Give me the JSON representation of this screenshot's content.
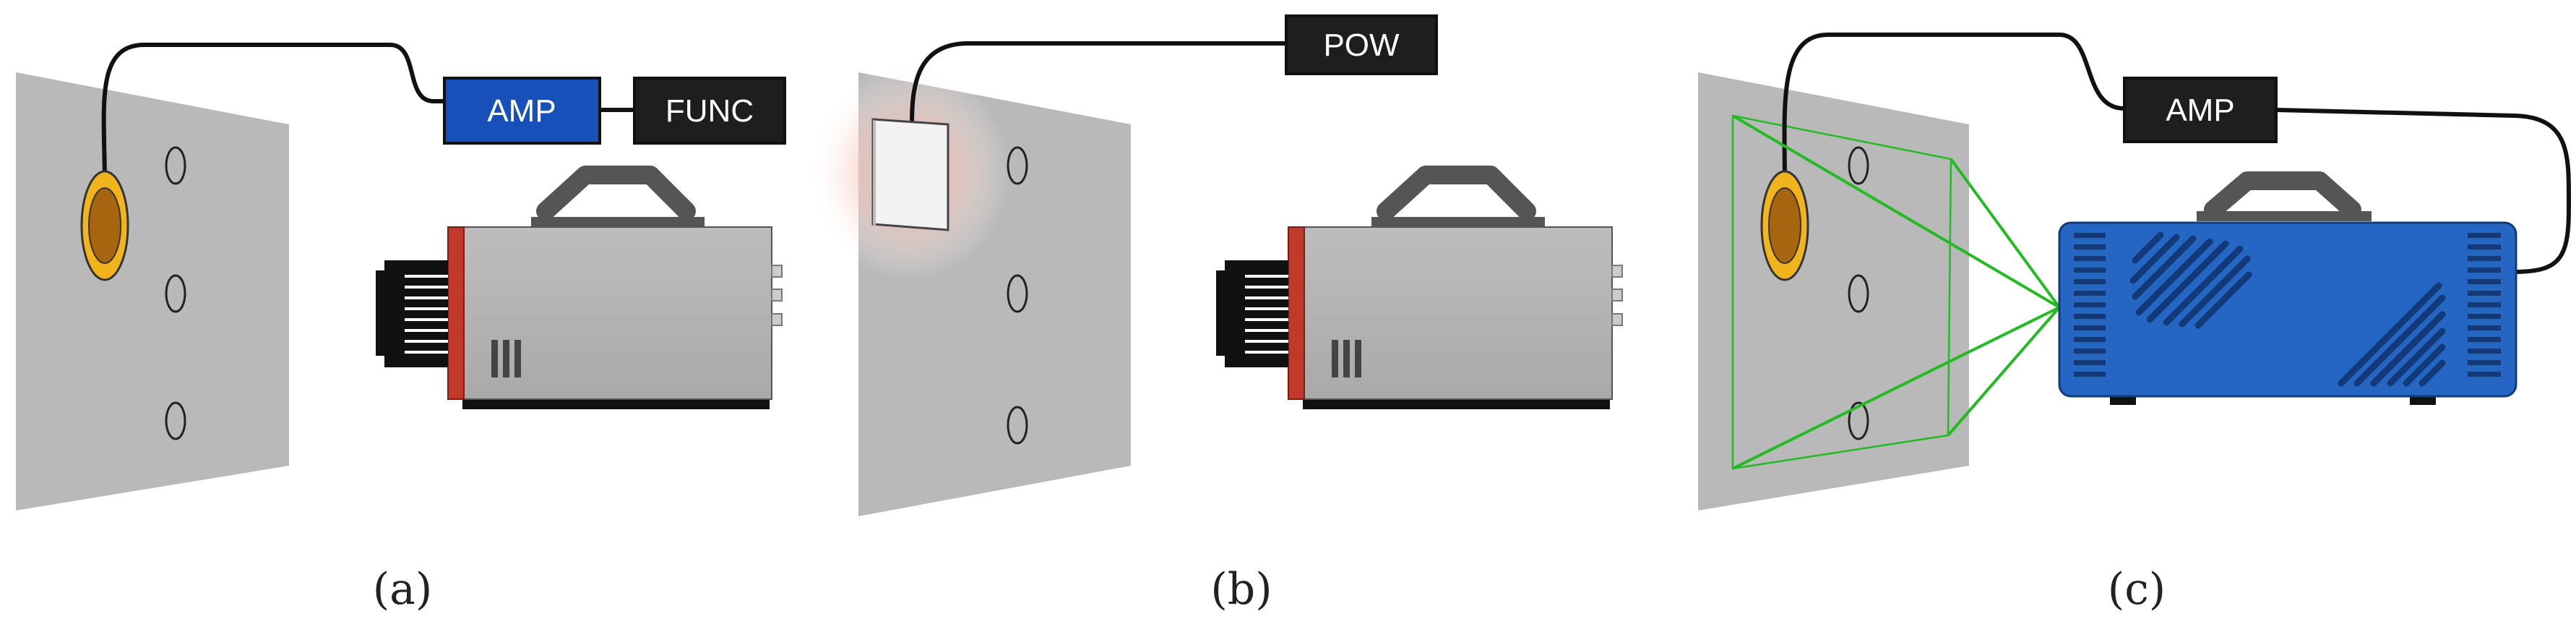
{
  "panels": [
    {
      "caption": "(a)",
      "boxes": {
        "amp": "AMP",
        "func": "FUNC"
      }
    },
    {
      "caption": "(b)",
      "boxes": {
        "pow": "POW"
      }
    },
    {
      "caption": "(c)",
      "boxes": {
        "amp": "AMP"
      }
    }
  ],
  "colors": {
    "plate": "#b9b9b9",
    "amp_box": "#1750b8",
    "dark_box": "#1e1e1e",
    "sensor_ring": "#f2b41c",
    "sensor_core": "#a7650f",
    "camera_body": "#b4b4b4",
    "camera_stripe": "#c0392b",
    "laser_body": "#2566c2",
    "laser_beam": "#22bb22",
    "heater_glow": "#f4b4a8"
  },
  "icons": [
    "plate",
    "piezo-sensor",
    "high-speed-camera",
    "heater-pad",
    "laser-vibrometer"
  ]
}
